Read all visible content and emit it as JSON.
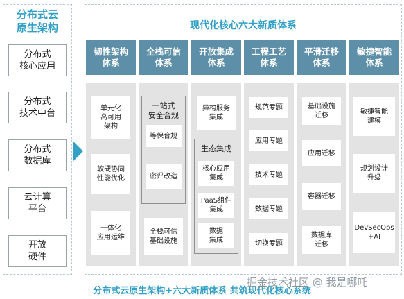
{
  "left": {
    "title_line1": "分布式云",
    "title_line2": "原生架构",
    "items": [
      {
        "line1": "分布式",
        "line2": "核心应用"
      },
      {
        "line1": "分布式",
        "line2": "技术中台"
      },
      {
        "line1": "分布式",
        "line2": "数据库"
      },
      {
        "line1": "云计算",
        "line2": "平台"
      },
      {
        "line1": "开放",
        "line2": "硬件"
      }
    ]
  },
  "right": {
    "title": "现代化核心六大新质体系",
    "columns": [
      {
        "head1": "韧性架构",
        "head2": "体系"
      },
      {
        "head1": "全栈可信",
        "head2": "体系"
      },
      {
        "head1": "开放集成",
        "head2": "体系"
      },
      {
        "head1": "工程工艺",
        "head2": "体系"
      },
      {
        "head1": "平滑迁移",
        "head2": "体系"
      },
      {
        "head1": "敏捷智能",
        "head2": "体系"
      }
    ],
    "col1": [
      {
        "l1": "单元化",
        "l2": "高可用",
        "l3": "架构"
      },
      {
        "l1": "软硬协同",
        "l2": "性能优化"
      },
      {
        "l1": "一体化",
        "l2": "应用运维"
      }
    ],
    "col2": {
      "group_title1": "一站式",
      "group_title2": "安全合规",
      "group_items": [
        "等保合规",
        "密评改造"
      ],
      "bottom": {
        "l1": "全栈可信",
        "l2": "基础设施"
      }
    },
    "col3": {
      "top": {
        "l1": "异构服务",
        "l2": "集成"
      },
      "group_title": "生态集成",
      "group_items": [
        {
          "l1": "核心应用",
          "l2": "集成"
        },
        {
          "l1": "PaaS组件",
          "l2": "集成"
        },
        {
          "l1": "数据",
          "l2": "集成"
        }
      ]
    },
    "col4": [
      "规范专题",
      "应用专题",
      "技术专题",
      "数据专题",
      "切换专题"
    ],
    "col5": [
      {
        "l1": "基础设施",
        "l2": "迁移"
      },
      {
        "l1": "应用迁移"
      },
      {
        "l1": "容器迁移"
      },
      {
        "l1": "数据库",
        "l2": "迁移"
      }
    ],
    "col6": [
      {
        "l1": "敏捷智能",
        "l2": "建模"
      },
      {
        "l1": "规划设计",
        "l2": "升级"
      },
      {
        "l1": "DevSecOps",
        "l2": "+AI"
      }
    ]
  },
  "footer": "分布式云原生架构+六大新质体系 共筑现代化核心系统",
  "watermark": "掘金技术社区 @ 我是哪吒",
  "colors": {
    "accent": "#33a0c6",
    "header": "#5d8fa8",
    "panel": "#e3e3e3"
  }
}
